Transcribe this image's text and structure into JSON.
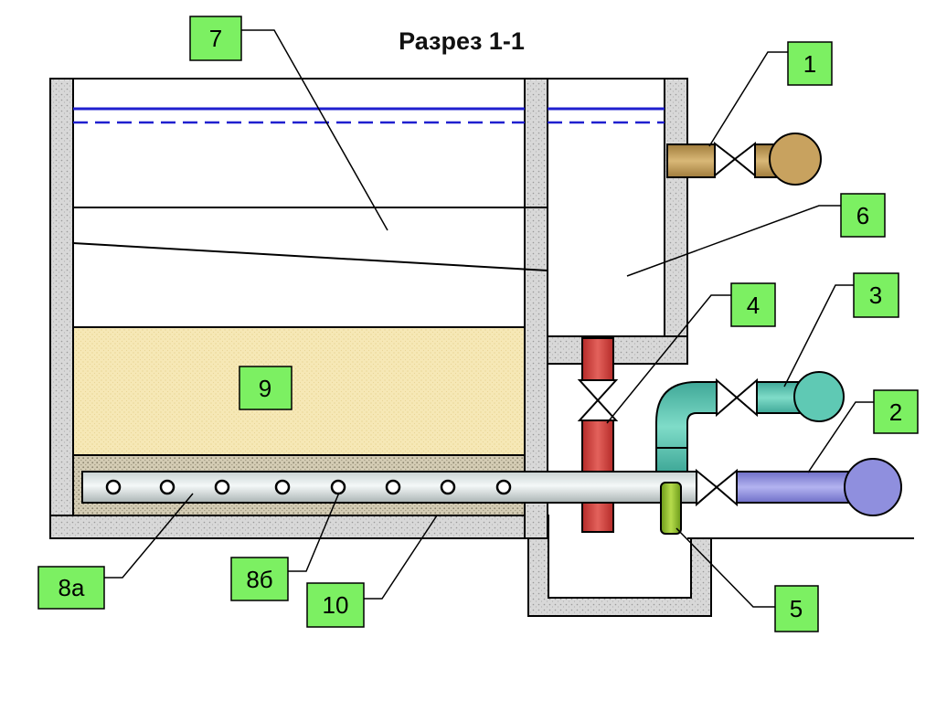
{
  "title": "Разрез 1-1",
  "colors": {
    "wall_fill": "#d6d6d6",
    "tag_fill": "#7cf062",
    "water_line": "#1f1fcf",
    "filter_media": "#f6e7b2",
    "collector_pipe": "#dfe8e8",
    "red_pipe": "#d6443f",
    "brown_pipe": "#c8a25f",
    "teal_pipe": "#5fc9b4",
    "blue_pipe": "#8f8fde",
    "green_valve": "#8cb82c"
  },
  "labels": {
    "l1": "1",
    "l2": "2",
    "l3": "3",
    "l4": "4",
    "l5": "5",
    "l6": "6",
    "l7": "7",
    "l8a": "8а",
    "l8b": "8б",
    "l9": "9",
    "l10": "10"
  }
}
